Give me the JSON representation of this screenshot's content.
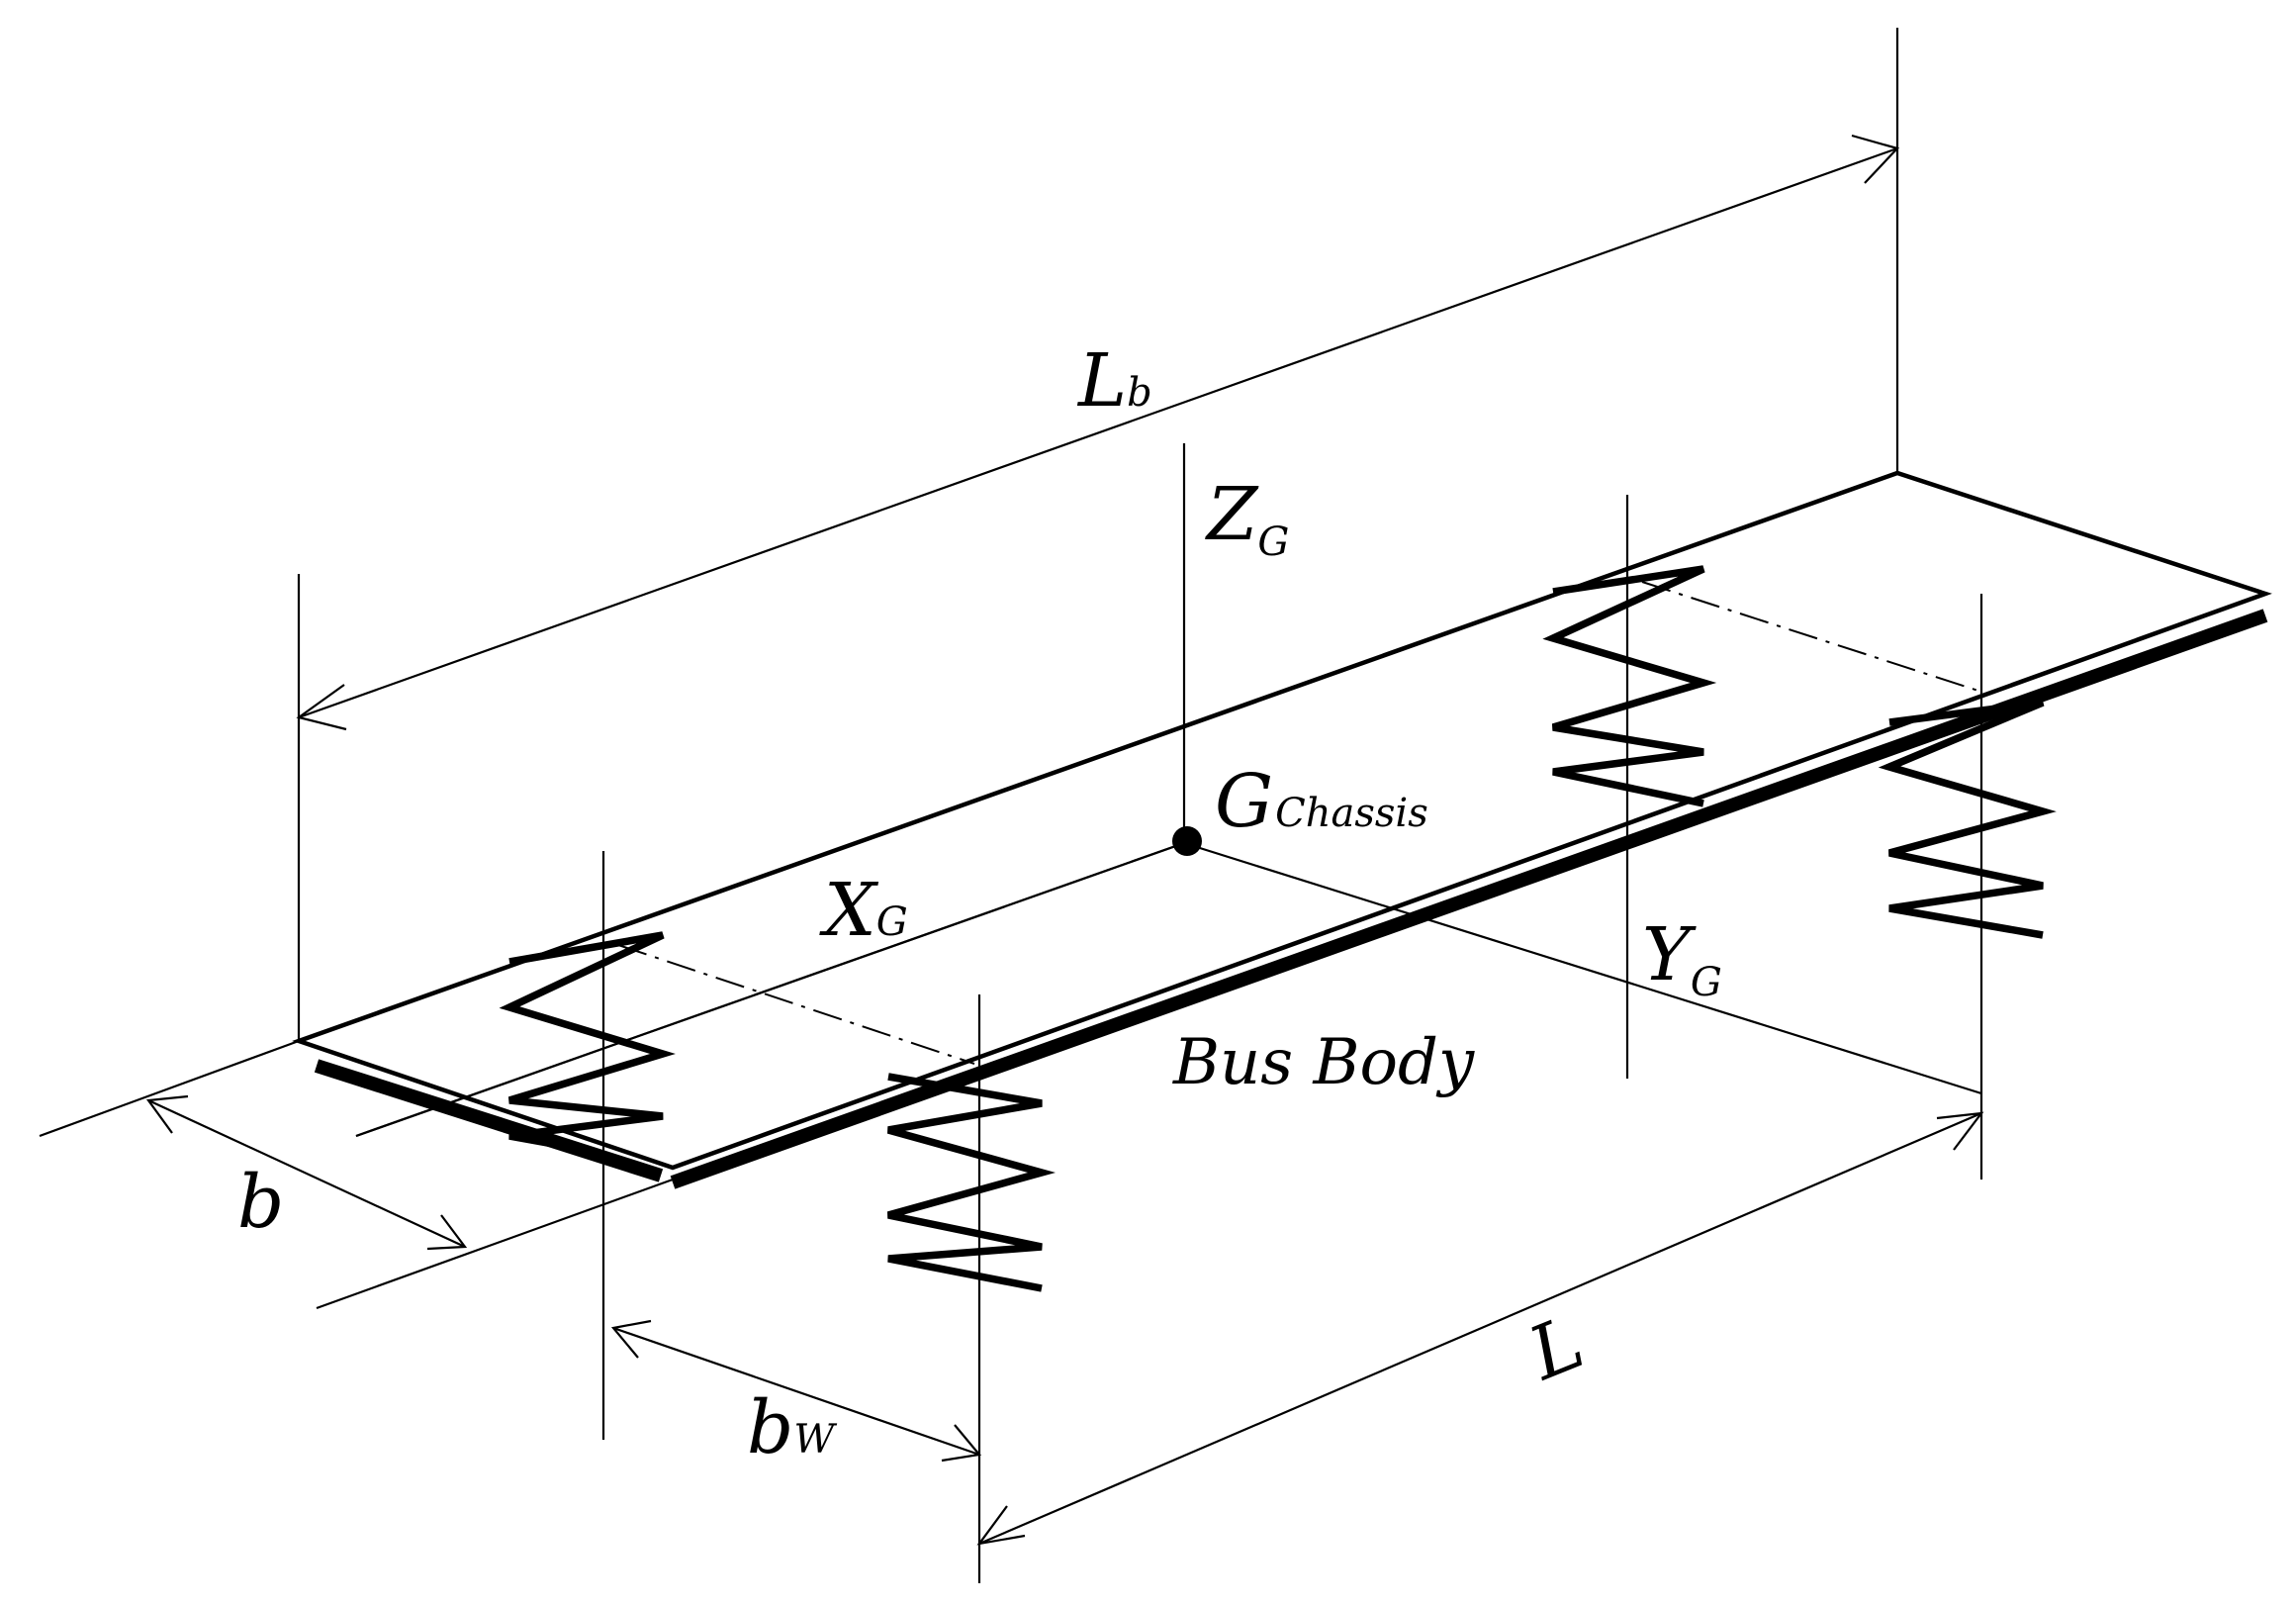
{
  "diagram": {
    "labels": {
      "Lb": {
        "main": "L",
        "sub": "b"
      },
      "ZG": {
        "main": "Z",
        "sub": "G"
      },
      "XG": {
        "main": "X",
        "sub": "G"
      },
      "YG": {
        "main": "Y",
        "sub": "G"
      },
      "GChassis": {
        "main": "G",
        "sub": "Chassis"
      },
      "body": "Bus Body",
      "b": "b",
      "bW": {
        "main": "b",
        "sub": "W"
      },
      "L": "L"
    }
  }
}
